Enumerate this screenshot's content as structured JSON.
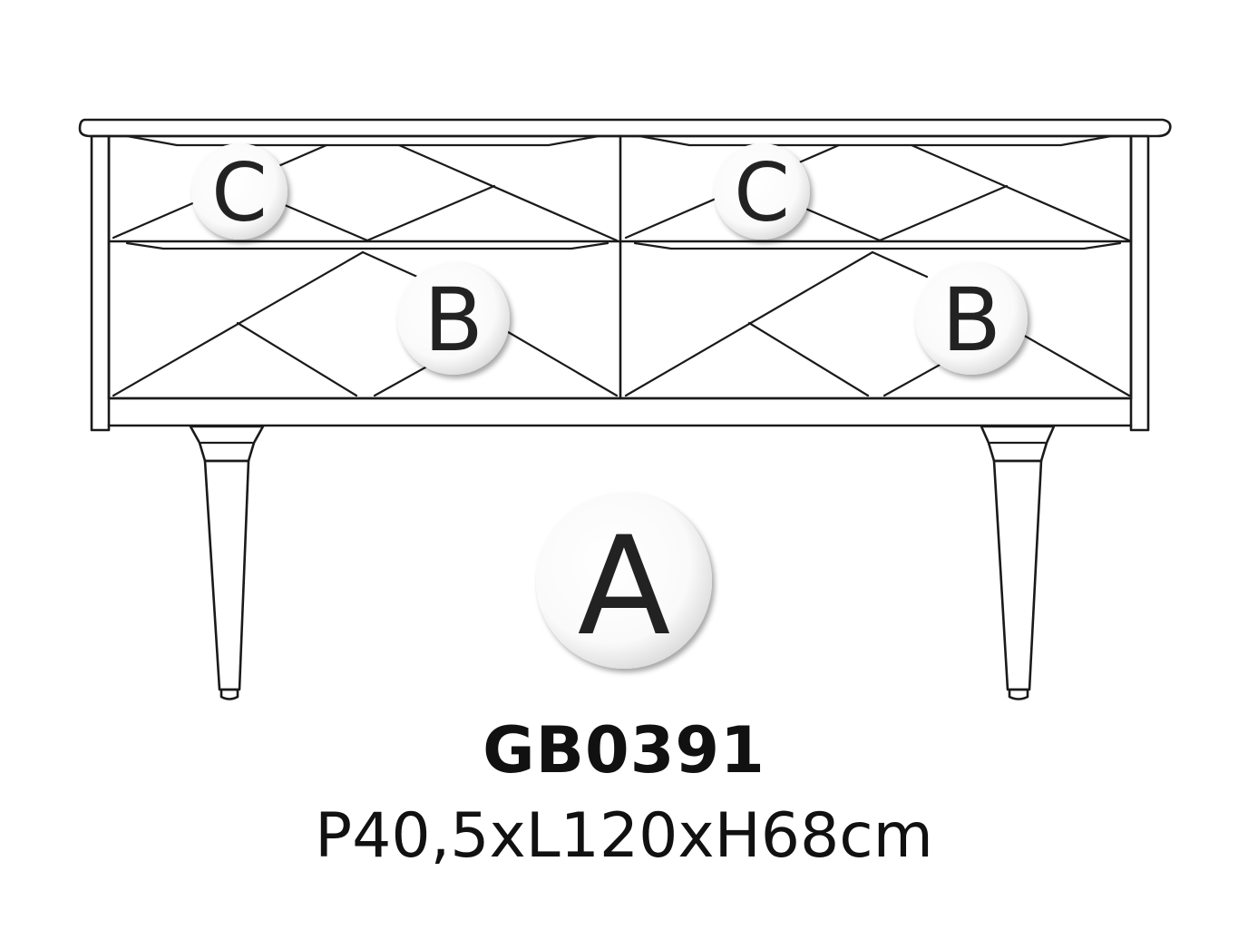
{
  "labels": {
    "top_left_drawer": "C",
    "top_right_drawer": "C",
    "bottom_left_drawer": "B",
    "bottom_right_drawer": "B",
    "body": "A"
  },
  "product": {
    "code": "GB0391",
    "dimensions": "P40,5xL120xH68cm"
  }
}
